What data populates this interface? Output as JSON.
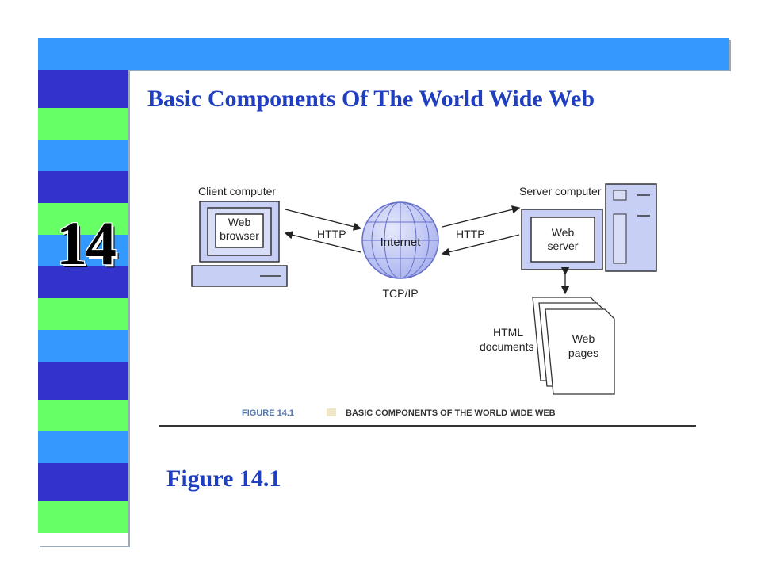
{
  "slide": {
    "chapter_number": "14",
    "title": "Basic Components Of The World Wide Web",
    "caption": "Figure 14.1"
  },
  "theme": {
    "top_bar": "#3399FF",
    "stripe_dark": "#3333CC",
    "stripe_green": "#66FF66",
    "stripe_light": "#3399FF",
    "title_color": "#1F3FBF"
  },
  "diagram": {
    "client_label": "Client computer",
    "browser_label_1": "Web",
    "browser_label_2": "browser",
    "http_left": "HTTP",
    "internet_label": "Internet",
    "tcpip_label": "TCP/IP",
    "http_right": "HTTP",
    "server_label": "Server computer",
    "server_screen_1": "Web",
    "server_screen_2": "server",
    "html_label_1": "HTML",
    "html_label_2": "documents",
    "pages_label_1": "Web",
    "pages_label_2": "pages",
    "figure_number": "FIGURE 14.1",
    "figure_title": "BASIC COMPONENTS OF THE WORLD WIDE WEB"
  }
}
